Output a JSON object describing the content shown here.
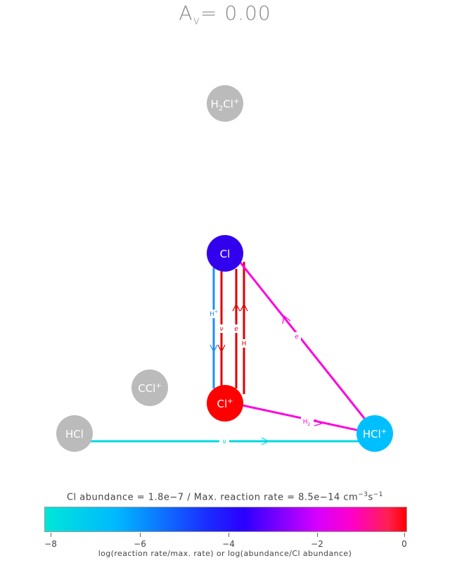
{
  "title": {
    "main": "A",
    "sub": "v",
    "rest": "= 0.00"
  },
  "nodes": {
    "h2cl_plus": {
      "base": "H",
      "sub": "2",
      "mid": "Cl",
      "sup": "+",
      "color": "#bbbbbb"
    },
    "cl": {
      "label": "Cl",
      "color": "#3300ee"
    },
    "ccl_plus": {
      "base": "CCl",
      "sup": "+",
      "color": "#bbbbbb"
    },
    "cl_plus": {
      "base": "Cl",
      "sup": "+",
      "color": "#ff0000"
    },
    "hcl": {
      "label": "HCl",
      "color": "#bbbbbb"
    },
    "hcl_plus": {
      "base": "HCl",
      "sup": "+",
      "color": "#00bfff"
    }
  },
  "edges": {
    "h_plus": {
      "base": "H",
      "sup": "+",
      "color": "#1e8fff"
    },
    "nu_cl": {
      "label": "ν",
      "color": "#dd0000"
    },
    "e_cl": {
      "label": "e",
      "color": "#dd0000"
    },
    "h_cl": {
      "label": "H",
      "color": "#dd0000"
    },
    "e_hcl": {
      "label": "e",
      "color": "#ff00dd"
    },
    "h2": {
      "base": "H",
      "sub": "2",
      "color": "#ff00dd"
    },
    "nu_hcl": {
      "label": "ν",
      "color": "#00d8e0"
    }
  },
  "caption": {
    "left": "Cl abundance = 1.8e−7 / Max. reaction rate = 8.5e−14 cm",
    "sup": "−3",
    "mid": "s",
    "sup2": "−1"
  },
  "colorbar": {
    "ticks": [
      "−8",
      "−6",
      "−4",
      "−2",
      "0"
    ],
    "label": "log(reaction rate/max. rate) or log(abundance/Cl abundance)"
  }
}
